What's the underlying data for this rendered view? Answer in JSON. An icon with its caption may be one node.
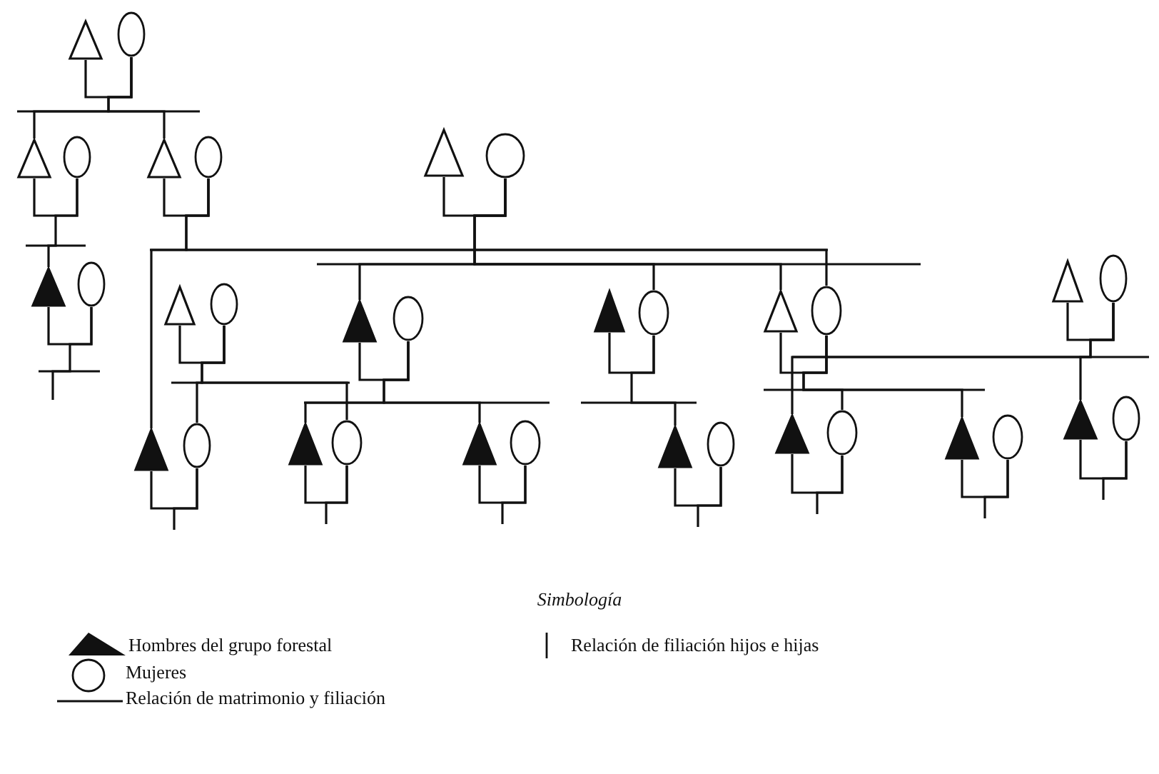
{
  "diagram": {
    "nodes": [
      {
        "text": [],
        "shape": "triangle"
      },
      {
        "text": [],
        "shape": "circle"
      },
      {
        "text": [],
        "shape": "triangle"
      },
      {
        "text": [],
        "shape": "circle"
      },
      {
        "text": [],
        "shape": "triangle"
      },
      {
        "text": [],
        "shape": "circle"
      },
      {
        "text": [],
        "shape": "triangle"
      },
      {
        "text": [],
        "shape": "circle"
      },
      {
        "text": [],
        "shape": "triangle"
      },
      {
        "text": [],
        "shape": "circle"
      },
      {
        "text": [],
        "shape": "filled-triangle"
      },
      {
        "text": [],
        "shape": "circle"
      },
      {
        "text": [],
        "shape": "triangle"
      },
      {
        "text": [],
        "shape": "circle"
      },
      {
        "text": [],
        "shape": "filled-triangle"
      },
      {
        "text": [],
        "shape": "circle"
      },
      {
        "text": [],
        "shape": "filled-triangle"
      },
      {
        "text": [],
        "shape": "circle"
      },
      {
        "text": [],
        "shape": "triangle"
      },
      {
        "text": [],
        "shape": "circle"
      },
      {
        "text": [],
        "shape": "filled-triangle"
      },
      {
        "text": [],
        "shape": "circle"
      },
      {
        "text": [],
        "shape": "filled-triangle"
      },
      {
        "text": [],
        "shape": "circle"
      },
      {
        "text": [],
        "shape": "filled-triangle"
      },
      {
        "text": [],
        "shape": "circle"
      },
      {
        "text": [],
        "shape": "filled-triangle"
      },
      {
        "text": [],
        "shape": "circle"
      },
      {
        "text": [],
        "shape": "filled-triangle"
      },
      {
        "text": [],
        "shape": "circle"
      },
      {
        "text": [],
        "shape": "filled-triangle"
      },
      {
        "text": [],
        "shape": "circle"
      },
      {
        "text": [],
        "shape": "filled-triangle"
      },
      {
        "text": [],
        "shape": "circle"
      }
    ],
    "edges": [
      {
        "from": 0,
        "to": 1,
        "arrow": "none"
      },
      {
        "from": 2,
        "to": 3,
        "arrow": "none"
      },
      {
        "from": 4,
        "to": 5,
        "arrow": "none"
      },
      {
        "from": 6,
        "to": 7,
        "arrow": "none"
      },
      {
        "from": 8,
        "to": 9,
        "arrow": "none"
      },
      {
        "from": 10,
        "to": 11,
        "arrow": "none"
      },
      {
        "from": 12,
        "to": 13,
        "arrow": "none"
      },
      {
        "from": 14,
        "to": 15,
        "arrow": "none"
      },
      {
        "from": 16,
        "to": 17,
        "arrow": "none"
      },
      {
        "from": 18,
        "to": 19,
        "arrow": "none"
      },
      {
        "from": 20,
        "to": 21,
        "arrow": "none"
      },
      {
        "from": 22,
        "to": 23,
        "arrow": "none"
      },
      {
        "from": 24,
        "to": 25,
        "arrow": "none"
      },
      {
        "from": 26,
        "to": 27,
        "arrow": "none"
      },
      {
        "from": 28,
        "to": 29,
        "arrow": "none"
      },
      {
        "from": 30,
        "to": 31,
        "arrow": "none"
      },
      {
        "from": 32,
        "to": 33,
        "arrow": "none"
      },
      {
        "from": 1,
        "to": 2,
        "arrow": "none"
      },
      {
        "from": 1,
        "to": 4,
        "arrow": "none"
      },
      {
        "from": 3,
        "to": 10,
        "arrow": "none"
      },
      {
        "from": 5,
        "to": 20,
        "arrow": "none"
      },
      {
        "from": 5,
        "to": 19,
        "arrow": "none"
      },
      {
        "from": 7,
        "to": 14,
        "arrow": "none"
      },
      {
        "from": 7,
        "to": 17,
        "arrow": "none"
      },
      {
        "from": 7,
        "to": 18,
        "arrow": "none"
      },
      {
        "from": 9,
        "to": 28,
        "arrow": "none"
      },
      {
        "from": 9,
        "to": 32,
        "arrow": "none"
      },
      {
        "from": 13,
        "to": 21,
        "arrow": "none"
      },
      {
        "from": 13,
        "to": 23,
        "arrow": "none"
      },
      {
        "from": 15,
        "to": 22,
        "arrow": "none"
      },
      {
        "from": 15,
        "to": 24,
        "arrow": "none"
      },
      {
        "from": 17,
        "to": 26,
        "arrow": "none"
      },
      {
        "from": 19,
        "to": 29,
        "arrow": "none"
      },
      {
        "from": 19,
        "to": 30,
        "arrow": "none"
      },
      {
        "from": 11,
        "to": null,
        "arrow": "none"
      },
      {
        "from": 21,
        "to": null,
        "arrow": "none"
      },
      {
        "from": 23,
        "to": null,
        "arrow": "none"
      },
      {
        "from": 25,
        "to": null,
        "arrow": "none"
      },
      {
        "from": 27,
        "to": null,
        "arrow": "none"
      },
      {
        "from": 29,
        "to": null,
        "arrow": "none"
      },
      {
        "from": 31,
        "to": null,
        "arrow": "none"
      },
      {
        "from": 33,
        "to": null,
        "arrow": "none"
      }
    ],
    "labels": [
      "Simbología"
    ],
    "legend": [
      {
        "text": "Hombres del grupo forestal"
      },
      {
        "text": "Mujeres"
      },
      {
        "text": "Relación de matrimonio y filiación"
      },
      {
        "text": "Relación de filiación hijos e hijas"
      }
    ]
  }
}
